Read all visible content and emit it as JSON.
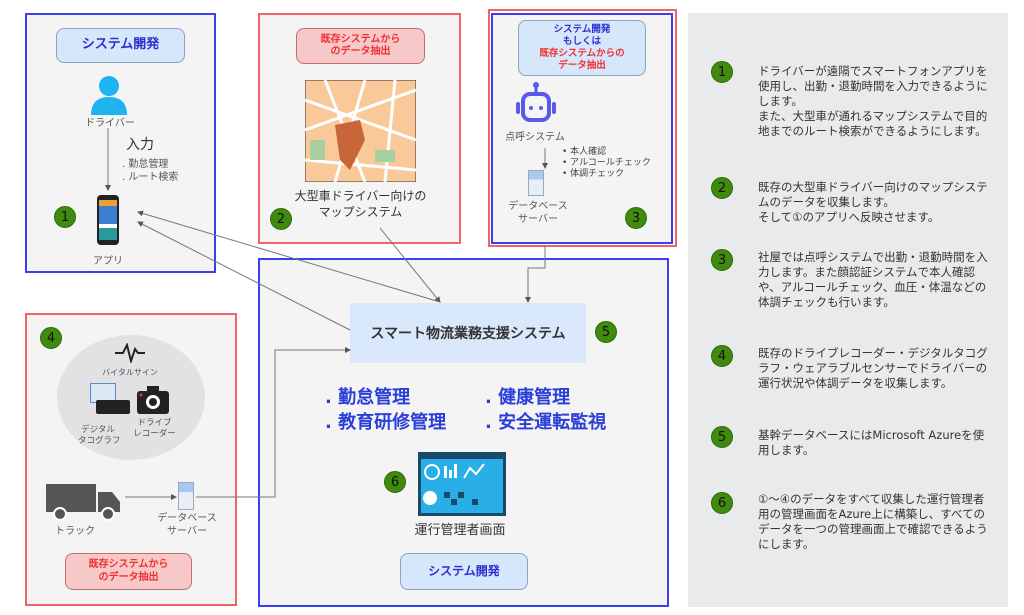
{
  "box1": {
    "label": "システム開発",
    "driver": "ドライバー",
    "input": "入力",
    "bullets": [
      "勤怠管理",
      "ルート検索"
    ],
    "app": "アプリ",
    "num": "1"
  },
  "box2": {
    "label": "既存システムからのデータ抽出",
    "caption_line1": "大型車ドライバー向けの",
    "caption_line2": "マップシステム",
    "num": "2"
  },
  "box3": {
    "label_line1": "システム開発",
    "label_line2": "もしくは",
    "label_line3": "既存システムからの",
    "label_line4": "データ抽出",
    "system": "点呼システム",
    "bullets": [
      "本人確認",
      "アルコールチェック",
      "体調チェック"
    ],
    "db_line1": "データベース",
    "db_line2": "サーバー",
    "num": "3"
  },
  "box4": {
    "vital": "バイタルサイン",
    "tacho_line1": "デジタル",
    "tacho_line2": "タコグラフ",
    "recorder_line1": "ドライブ",
    "recorder_line2": "レコーダー",
    "truck": "トラック",
    "db_line1": "データベース",
    "db_line2": "サーバー",
    "label": "既存システムからのデータ抽出",
    "num": "4"
  },
  "box5": {
    "system": "スマート物流業務支援システム",
    "num": "5",
    "items": [
      "勤怠管理",
      "健康管理",
      "教育研修管理",
      "安全運転監視"
    ],
    "screen": "運行管理者画面",
    "num6": "6",
    "label": "システム開発"
  },
  "panel": [
    {
      "num": "1",
      "text": "ドライバーが遠隔でスマートフォンアプリを使用し、出勤・退勤時間を入力できるようにします。\nまた、大型車が通れるマップシステムで目的地までのルート検索ができるようにします。"
    },
    {
      "num": "2",
      "text": "既存の大型車ドライバー向けのマップシステムのデータを収集します。\nそして①のアプリへ反映させます。"
    },
    {
      "num": "3",
      "text": "社屋では点呼システムで出勤・退勤時間を入力します。また顔認証システムで本人確認や、アルコールチェック、血圧・体温などの体調チェックも行います。"
    },
    {
      "num": "4",
      "text": "既存のドライブレコーダー・デジタルタコグラフ・ウェアラブルセンサーでドライバーの運行状況や体調データを収集します。"
    },
    {
      "num": "5",
      "text": "基幹データベースにはMicrosoft Azureを使用します。"
    },
    {
      "num": "6",
      "text": "①～④のデータをすべて収集した運行管理者用の管理画面をAzure上に構築し、すべてのデータを一つの管理画面上で確認できるようにします。"
    }
  ]
}
